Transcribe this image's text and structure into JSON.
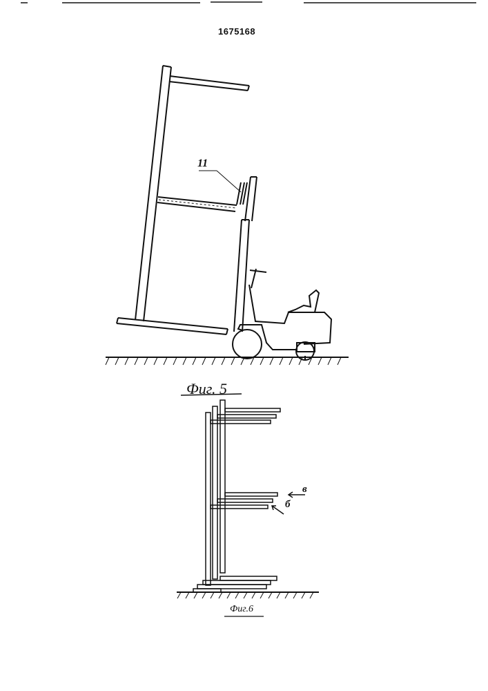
{
  "document": {
    "patent_number": "1675168",
    "figures": [
      {
        "caption": "Фиг. 5",
        "callouts": [
          "11"
        ]
      },
      {
        "caption": "Фиг.6",
        "callouts": [
          "в",
          "б"
        ]
      }
    ]
  }
}
